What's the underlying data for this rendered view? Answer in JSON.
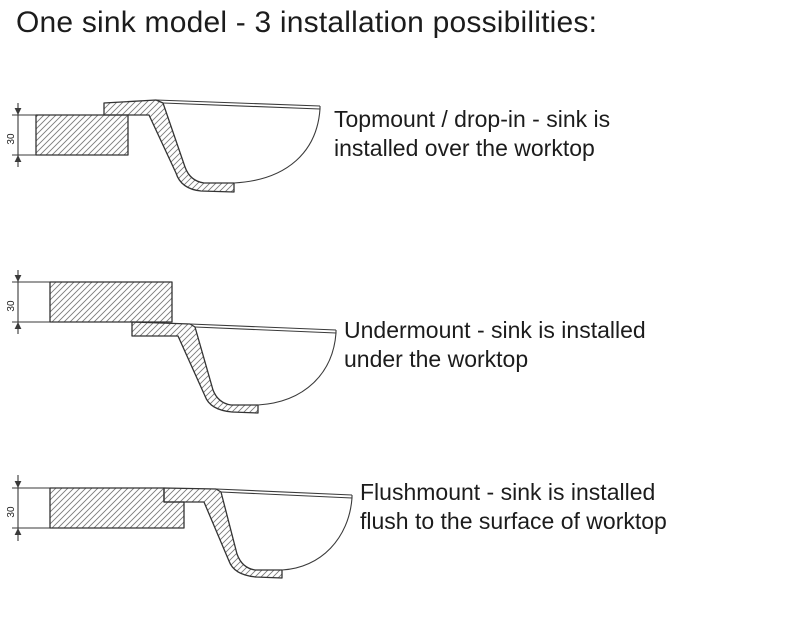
{
  "title": "One sink model - 3 installation possibilities:",
  "diagrams": [
    {
      "id": "topmount",
      "dimension_label": "30",
      "description": "Topmount / drop-in - sink is installed over the worktop",
      "description_lines": [
        "Topmount / drop-in - sink is",
        "installed over the worktop"
      ]
    },
    {
      "id": "undermount",
      "dimension_label": "30",
      "description": "Undermount - sink is installed under the worktop",
      "description_lines": [
        "Undermount - sink is installed",
        "under the worktop"
      ]
    },
    {
      "id": "flushmount",
      "dimension_label": "30",
      "description": "Flushmount - sink is installed flush to the surface of worktop",
      "description_lines": [
        "Flushmount - sink is installed",
        "flush to the surface of worktop"
      ]
    }
  ],
  "colors": {
    "background": "#ffffff",
    "line": "#3a3a3a",
    "hatch": "#7a7a7a",
    "text": "#1c1c1c"
  }
}
